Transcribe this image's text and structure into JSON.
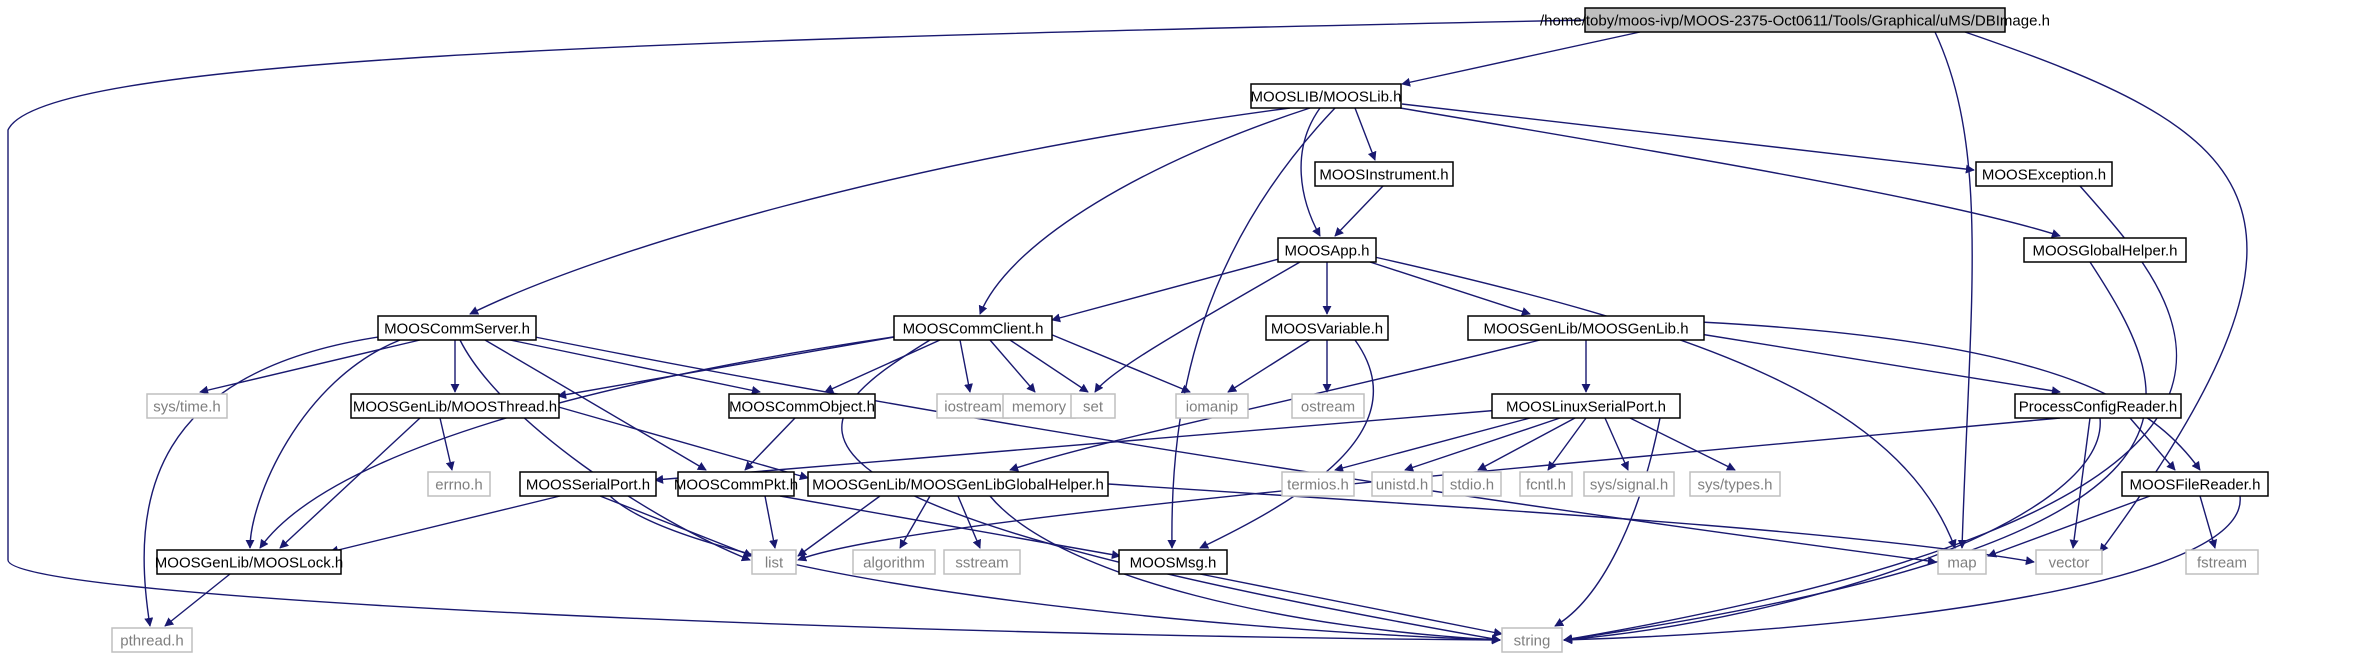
{
  "colors": {
    "edge": "#191970",
    "root_fill": "#bfbfbf",
    "node_stroke": "#000000",
    "ext_stroke": "#bfbfbf",
    "ext_text": "#7f7f7f",
    "node_text": "#000000"
  },
  "nodes": {
    "root": "/home/toby/moos-ivp/MOOS-2375-Oct0611/Tools/Graphical/uMS/DBImage.h",
    "mooslib": "MOOSLIB/MOOSLib.h",
    "instrument": "MOOSInstrument.h",
    "exception": "MOOSException.h",
    "globalhelper": "MOOSGlobalHelper.h",
    "app": "MOOSApp.h",
    "commserver": "MOOSCommServer.h",
    "commclient": "MOOSCommClient.h",
    "variable": "MOOSVariable.h",
    "genlib": "MOOSGenLib/MOOSGenLib.h",
    "systime": "sys/time.h",
    "thread": "MOOSGenLib/MOOSThread.h",
    "commobject": "MOOSCommObject.h",
    "iostream": "iostream",
    "memory": "memory",
    "set": "set",
    "iomanip": "iomanip",
    "ostream": "ostream",
    "linuxserial": "MOOSLinuxSerialPort.h",
    "configreader": "ProcessConfigReader.h",
    "errno": "errno.h",
    "serialport": "MOOSSerialPort.h",
    "commpkt": "MOOSCommPkt.h",
    "genlibglobal": "MOOSGenLib/MOOSGenLibGlobalHelper.h",
    "termios": "termios.h",
    "unistd": "unistd.h",
    "stdio": "stdio.h",
    "fcntl": "fcntl.h",
    "signal": "sys/signal.h",
    "types": "sys/types.h",
    "filereader": "MOOSFileReader.h",
    "lock": "MOOSGenLib/MOOSLock.h",
    "list": "list",
    "algorithm": "algorithm",
    "sstream": "sstream",
    "msg": "MOOSMsg.h",
    "map": "map",
    "vector": "vector",
    "fstream": "fstream",
    "pthread": "pthread.h",
    "string": "string"
  }
}
